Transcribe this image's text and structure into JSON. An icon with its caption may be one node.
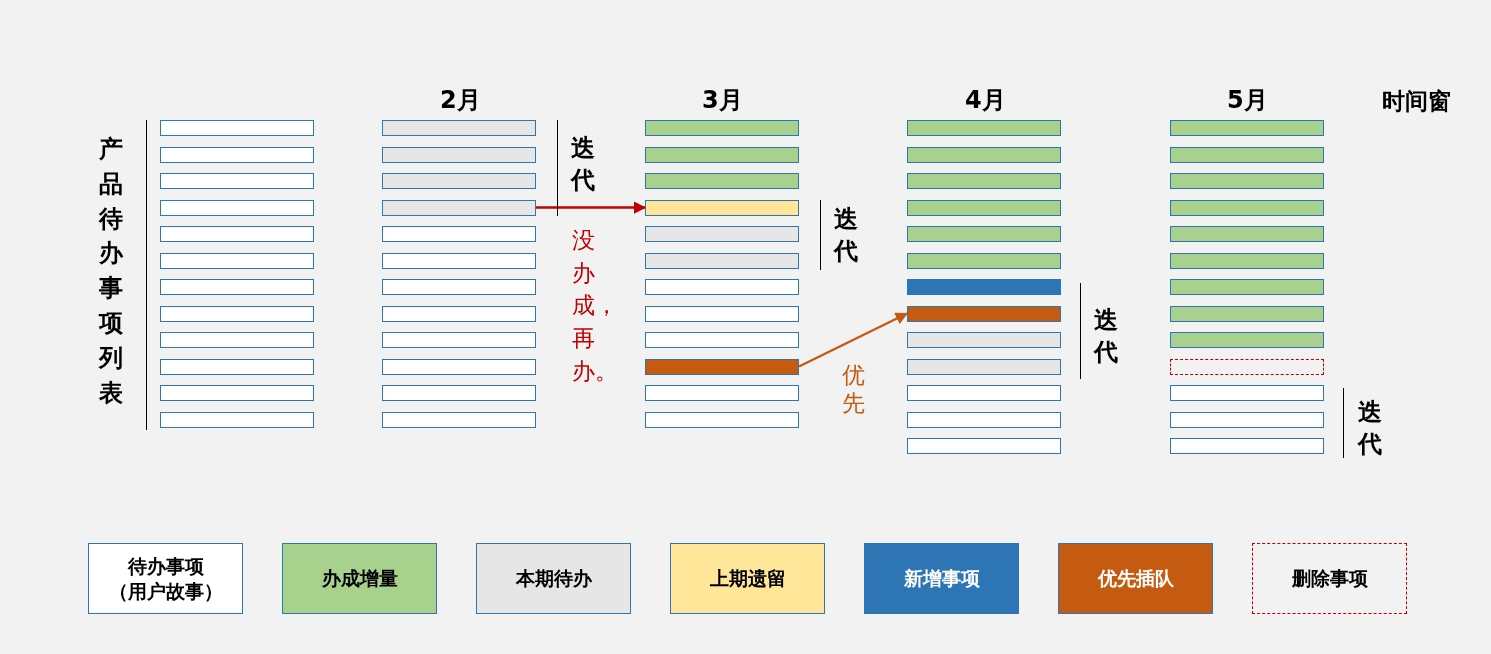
{
  "diagram": {
    "nodes": [
      {
        "text": [],
        "shape": "bar"
      },
      {
        "text": [],
        "shape": "bar"
      },
      {
        "text": [],
        "shape": "bar"
      },
      {
        "text": [],
        "shape": "bar"
      },
      {
        "text": [],
        "shape": "bar"
      },
      {
        "text": [],
        "shape": "bar"
      },
      {
        "text": [],
        "shape": "bar"
      },
      {
        "text": [],
        "shape": "bar"
      },
      {
        "text": [],
        "shape": "bar"
      },
      {
        "text": [],
        "shape": "bar"
      },
      {
        "text": [],
        "shape": "bar"
      },
      {
        "text": [],
        "shape": "bar"
      },
      {
        "text": [],
        "shape": "bar"
      },
      {
        "text": [],
        "shape": "bar"
      },
      {
        "text": [],
        "shape": "bar"
      },
      {
        "text": [],
        "shape": "bar"
      },
      {
        "text": [],
        "shape": "bar"
      },
      {
        "text": [],
        "shape": "bar"
      },
      {
        "text": [],
        "shape": "bar"
      },
      {
        "text": [],
        "shape": "bar"
      },
      {
        "text": [],
        "shape": "bar"
      },
      {
        "text": [],
        "shape": "bar"
      },
      {
        "text": [],
        "shape": "bar"
      },
      {
        "text": [],
        "shape": "bar"
      },
      {
        "text": [],
        "shape": "bar"
      },
      {
        "text": [],
        "shape": "bar"
      },
      {
        "text": [],
        "shape": "bar"
      },
      {
        "text": [],
        "shape": "bar"
      },
      {
        "text": [],
        "shape": "bar"
      },
      {
        "text": [],
        "shape": "bar"
      },
      {
        "text": [],
        "shape": "bar"
      },
      {
        "text": [],
        "shape": "bar"
      },
      {
        "text": [],
        "shape": "bar"
      },
      {
        "text": [],
        "shape": "bar"
      },
      {
        "text": [],
        "shape": "bar"
      },
      {
        "text": [],
        "shape": "bar"
      },
      {
        "text": [],
        "shape": "bar"
      },
      {
        "text": [],
        "shape": "bar"
      },
      {
        "text": [],
        "shape": "bar"
      },
      {
        "text": [],
        "shape": "bar"
      },
      {
        "text": [],
        "shape": "bar"
      },
      {
        "text": [],
        "shape": "bar"
      },
      {
        "text": [],
        "shape": "bar"
      },
      {
        "text": [],
        "shape": "bar"
      },
      {
        "text": [],
        "shape": "bar"
      },
      {
        "text": [],
        "shape": "bar"
      },
      {
        "text": [],
        "shape": "bar"
      },
      {
        "text": [],
        "shape": "bar"
      },
      {
        "text": [],
        "shape": "bar"
      },
      {
        "text": [],
        "shape": "bar"
      },
      {
        "text": [],
        "shape": "bar"
      },
      {
        "text": [],
        "shape": "bar"
      },
      {
        "text": [],
        "shape": "bar"
      },
      {
        "text": [],
        "shape": "bar"
      },
      {
        "text": [],
        "shape": "bar"
      },
      {
        "text": [],
        "shape": "bar"
      },
      {
        "text": [],
        "shape": "bar"
      },
      {
        "text": [],
        "shape": "bar"
      },
      {
        "text": [],
        "shape": "bar"
      },
      {
        "text": [],
        "shape": "bar"
      },
      {
        "text": [],
        "shape": "bar"
      },
      {
        "text": [],
        "shape": "bar"
      }
    ],
    "edges": [
      {
        "from": 15,
        "to": 27,
        "arrow": "to",
        "label": "没办成，再办。",
        "color": "#c00000"
      },
      {
        "from": 33,
        "to": 43,
        "arrow": "to",
        "label": "优先",
        "color": "#c55a11"
      }
    ],
    "labels": [
      "2月",
      "3月",
      "4月",
      "5月",
      "时间窗",
      "产品待办事项列表",
      "迭代",
      "迭代",
      "迭代",
      "迭代"
    ],
    "legend": [
      {
        "text": "待办事项（用户故事）",
        "color": "#ffffff"
      },
      {
        "text": "办成增量",
        "color": "#a9d18e"
      },
      {
        "text": "本期待办",
        "color": "#e7e6e6"
      },
      {
        "text": "上期遗留",
        "color": "#ffe699"
      },
      {
        "text": "新增事项",
        "color": "#2e75b6"
      },
      {
        "text": "优先插队",
        "color": "#c55a11"
      },
      {
        "text": "删除事项"
      }
    ]
  }
}
